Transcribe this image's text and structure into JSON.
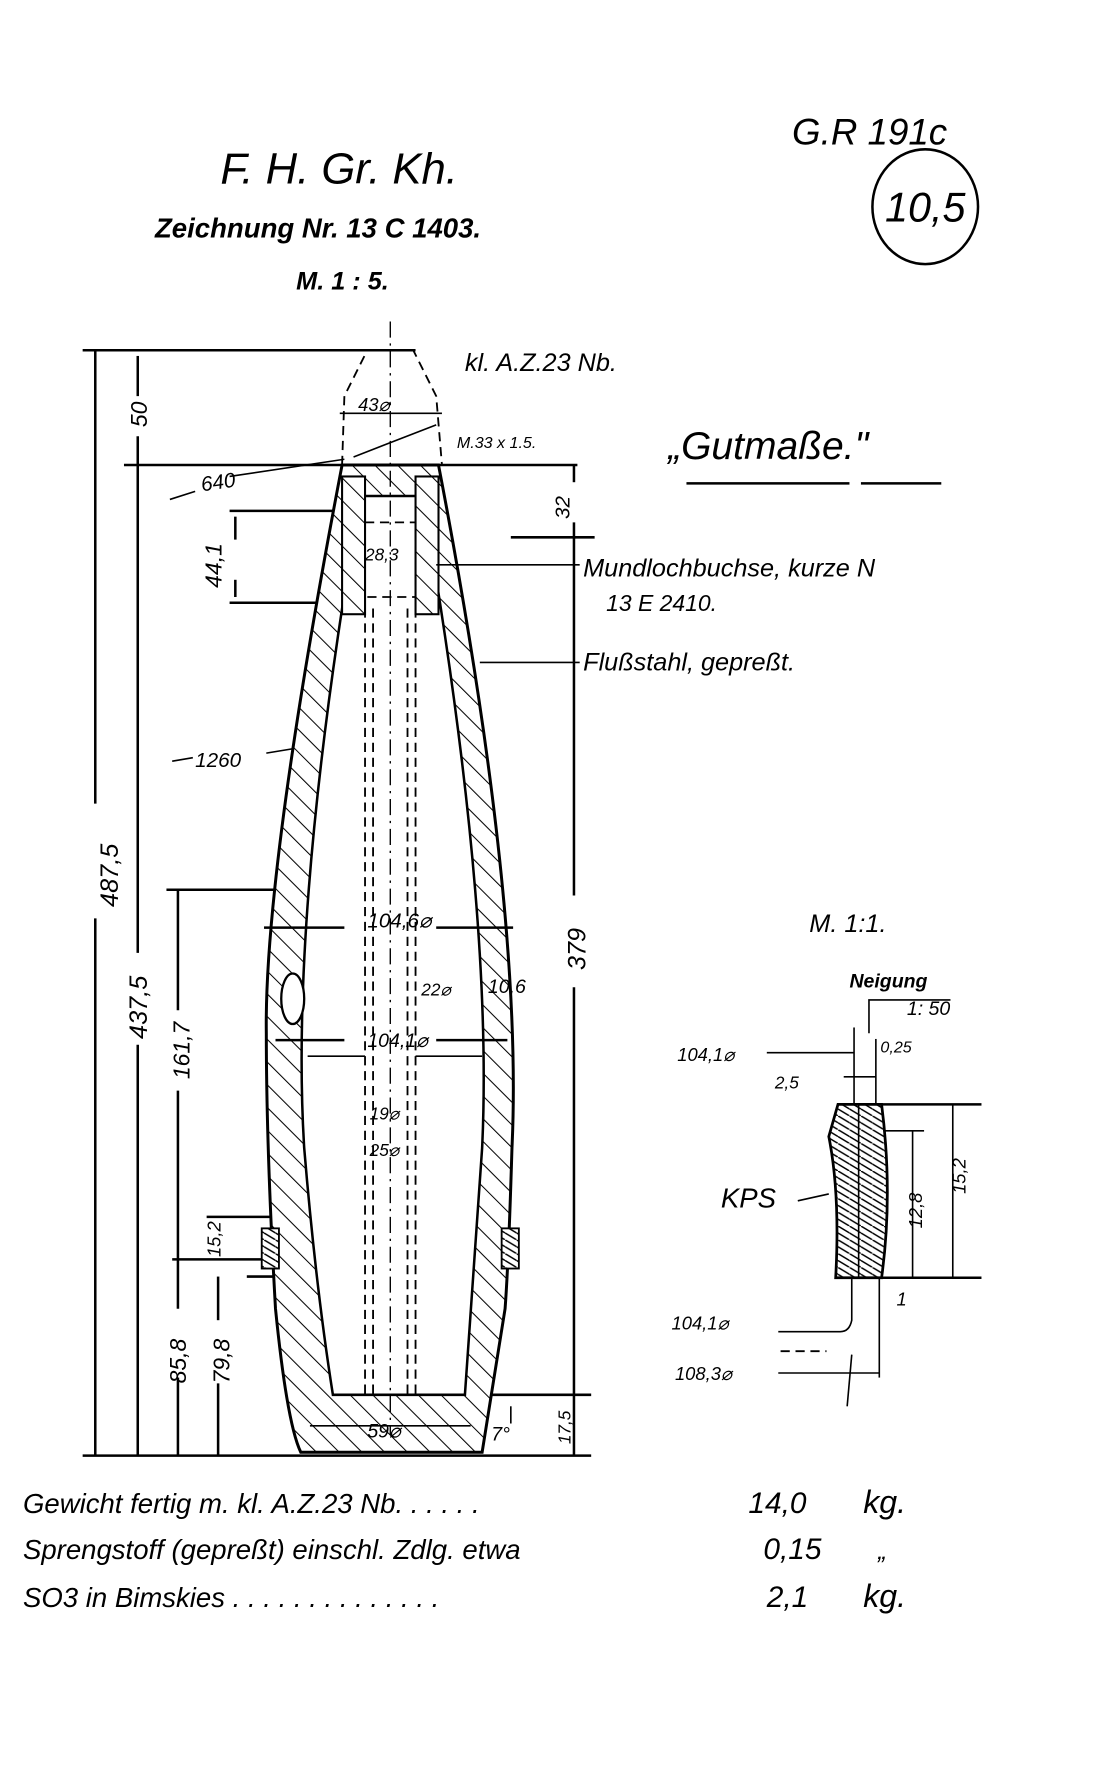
{
  "header": {
    "title": "F. H. Gr. Kh.",
    "drawing_number": "Zeichnung Nr. 13 C 1403.",
    "scale": "M. 1 : 5.",
    "reference": "G.R 191c",
    "caliber": "10,5"
  },
  "notes": {
    "fuze": "kl. A.Z.23 Nb.",
    "good_dimensions": "„Gutmaße.\"",
    "thread": "M.33 x 1.5.",
    "fuze_socket_line1": "Mundlochbuchse, kurze N",
    "fuze_socket_line2": "13 E 2410.",
    "material": "Flußstahl, gepreßt."
  },
  "dimensions": {
    "total_length": "487,5",
    "fuze_height": "50",
    "body_length": "437,5",
    "socket_depth": "44,1",
    "radius_640": "640",
    "radius_1260": "1260",
    "fuze_dia": "43⌀",
    "socket_dia": "28,3",
    "top_offset": "32",
    "cavity_depth": "379",
    "bourrelet_length": "161,7",
    "band_width": "15,2",
    "band_pos": "85,8",
    "band_to_base": "79,8",
    "base_thickness": "17,5",
    "bourrelet_dia": "104,6⌀",
    "hole_dia": "22⌀",
    "hole_pos": "10,6",
    "body_dia": "104,1⌀",
    "tube_dia_inner": "19⌀",
    "tube_dia_outer": "25⌀",
    "base_dia": "59⌀",
    "base_angle": "7°"
  },
  "detail": {
    "scale": "M. 1:1.",
    "slope_label": "Neigung",
    "slope_value": "1: 50",
    "dia_top": "104,1⌀",
    "offset": "0,25",
    "depth": "2,5",
    "material": "KPS",
    "inner_width": "12,8",
    "outer_width": "15,2",
    "step": "1",
    "dia_bottom": "104,1⌀",
    "band_dia": "108,3⌀"
  },
  "weights": [
    {
      "label": "Gewicht fertig m. kl. A.Z.23 Nb. . . . . .",
      "value": "14,0",
      "unit": "kg."
    },
    {
      "label": "Sprengstoff (gepreßt) einschl. Zdlg. etwa",
      "value": "0,15",
      "unit": "„"
    },
    {
      "label": "SO3 in Bimskies . . . . . . . . . . . . . .",
      "value": "2,1",
      "unit": "kg."
    }
  ]
}
